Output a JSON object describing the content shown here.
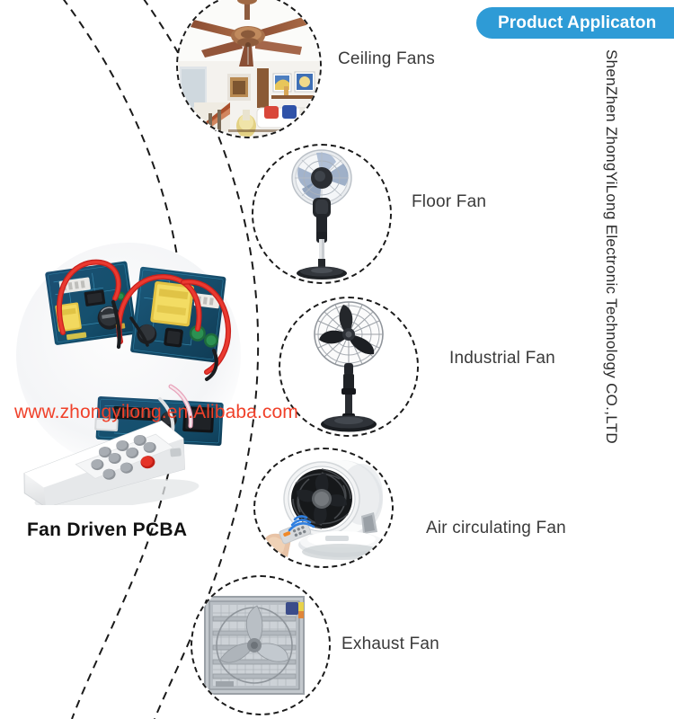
{
  "header": {
    "badge_label": "Product Applicaton",
    "badge_color": "#2e9bd6"
  },
  "company": {
    "vertical_text": "ShenZhen ZhongYiLong Electronic Technology CO.,LTD"
  },
  "product": {
    "title": "Fan Driven PCBA",
    "watermark": "www.zhongyilong.en.Alibaba.com",
    "watermark_color": "#f0412a"
  },
  "applications": [
    {
      "label": "Ceiling Fans",
      "icon": "ceiling-fan-photo"
    },
    {
      "label": "Floor Fan",
      "icon": "floor-fan-photo"
    },
    {
      "label": "Industrial Fan",
      "icon": "industrial-fan-photo"
    },
    {
      "label": "Air circulating Fan",
      "icon": "air-circulating-fan-photo"
    },
    {
      "label": "Exhaust Fan",
      "icon": "exhaust-fan-photo"
    }
  ],
  "theme": {
    "dash_color": "#1a1a1a",
    "label_color": "#3a3a3a",
    "background": "#ffffff"
  }
}
